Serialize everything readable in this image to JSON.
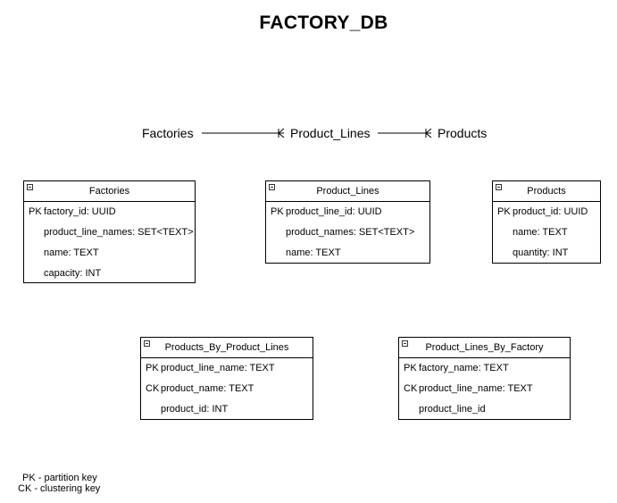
{
  "title": "FACTORY_DB",
  "flow": {
    "nodes": [
      "Factories",
      "Product_Lines",
      "Products"
    ]
  },
  "entities": [
    {
      "name": "Factories",
      "fields": [
        {
          "key": "PK",
          "name": "factory_id: UUID"
        },
        {
          "key": "",
          "name": "product_line_names: SET<TEXT>"
        },
        {
          "key": "",
          "name": "name: TEXT"
        },
        {
          "key": "",
          "name": "capacity: INT"
        }
      ]
    },
    {
      "name": "Product_Lines",
      "fields": [
        {
          "key": "PK",
          "name": "product_line_id: UUID"
        },
        {
          "key": "",
          "name": "product_names: SET<TEXT>"
        },
        {
          "key": "",
          "name": "name: TEXT"
        }
      ]
    },
    {
      "name": "Products",
      "fields": [
        {
          "key": "PK",
          "name": "product_id: UUID"
        },
        {
          "key": "",
          "name": "name: TEXT"
        },
        {
          "key": "",
          "name": "quantity: INT"
        }
      ]
    },
    {
      "name": "Products_By_Product_Lines",
      "fields": [
        {
          "key": "PK",
          "name": "product_line_name: TEXT"
        },
        {
          "key": "CK",
          "name": "product_name: TEXT"
        },
        {
          "key": "",
          "name": "product_id: INT"
        }
      ]
    },
    {
      "name": "Product_Lines_By_Factory",
      "fields": [
        {
          "key": "PK",
          "name": "factory_name: TEXT"
        },
        {
          "key": "CK",
          "name": "product_line_name: TEXT"
        },
        {
          "key": "",
          "name": "product_line_id"
        }
      ]
    }
  ],
  "legend": {
    "pk": "PK - partition key",
    "ck": "CK - clustering key"
  }
}
